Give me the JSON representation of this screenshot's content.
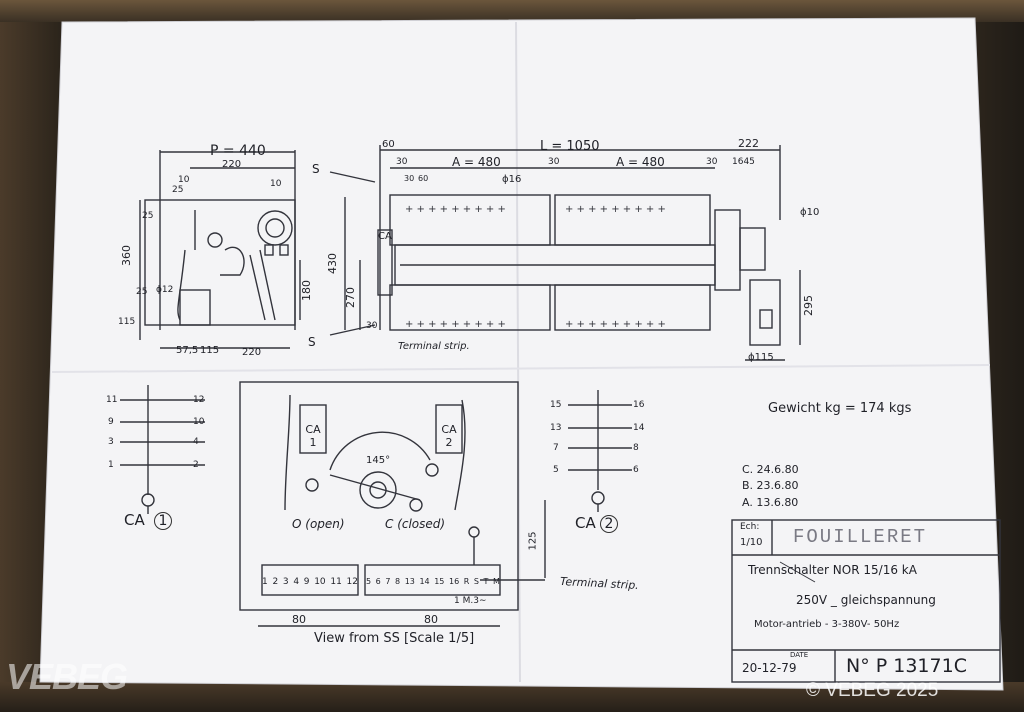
{
  "document": {
    "left_view": {
      "dim_P": "P = 440",
      "dims": [
        "220",
        "10",
        "25",
        "10",
        "25",
        "360",
        "25",
        "ϕ12",
        "180",
        "115",
        "57,5",
        "115",
        "220"
      ]
    },
    "side_view": {
      "dim_L": "L = 1050",
      "dims_top": [
        "60",
        "222",
        "30",
        "A = 480",
        "30",
        "A = 480",
        "30",
        "1645",
        "30",
        "60",
        "ϕ16",
        "ϕ10"
      ],
      "dims_left": [
        "430",
        "270",
        "30"
      ],
      "dims_right": [
        "295",
        "ϕ115"
      ],
      "section_marks": [
        "S",
        "S"
      ],
      "ca_label": "CA",
      "terminal_label": "Terminal strip."
    },
    "center_view": {
      "ca1": [
        "CA",
        "1"
      ],
      "ca2": [
        "CA",
        "2"
      ],
      "angle": "145°",
      "open_label": "O (open)",
      "closed_label": "C (closed)",
      "terminals_left": [
        "1",
        "2",
        "3",
        "4",
        "9",
        "10",
        "11",
        "12"
      ],
      "terminals_right": [
        "5",
        "6",
        "7",
        "8",
        "13",
        "14",
        "15",
        "16",
        "R",
        "S",
        "T",
        "M"
      ],
      "motor_label": "1 M.3∼",
      "dim_125": "125",
      "dim_80a": "80",
      "dim_80b": "80",
      "terminal_label": "Terminal strip.",
      "caption": "View from SS [Scale 1/5]"
    },
    "ca1_diagram": {
      "left_nums": [
        "11",
        "9",
        "3",
        "1"
      ],
      "right_nums": [
        "12",
        "10",
        "4",
        "2"
      ],
      "label": "CA",
      "num": "1"
    },
    "ca2_diagram": {
      "left_nums": [
        "15",
        "13",
        "7",
        "5"
      ],
      "right_nums": [
        "16",
        "14",
        "8",
        "6"
      ],
      "label": "CA",
      "num": "2"
    },
    "weight": "Gewicht kg = 174 kgs",
    "revisions": [
      "C. 24.6.80",
      "B. 23.6.80",
      "A. 13.6.80"
    ],
    "title_block": {
      "scale_label": "Ech:",
      "scale": "1/10",
      "company": "FOUILLERET",
      "line1": "Trennschalter NOR 15/16 kA",
      "line2": "250V _ gleichspannung",
      "line3": "Motor-antrieb - 3-380V- 50Hz",
      "date_label": "DATE",
      "date": "20-12-79",
      "number": "N° P 13171C"
    }
  },
  "watermarks": {
    "logo": "VEBEG",
    "copyright": "© VEBEG 2025"
  }
}
